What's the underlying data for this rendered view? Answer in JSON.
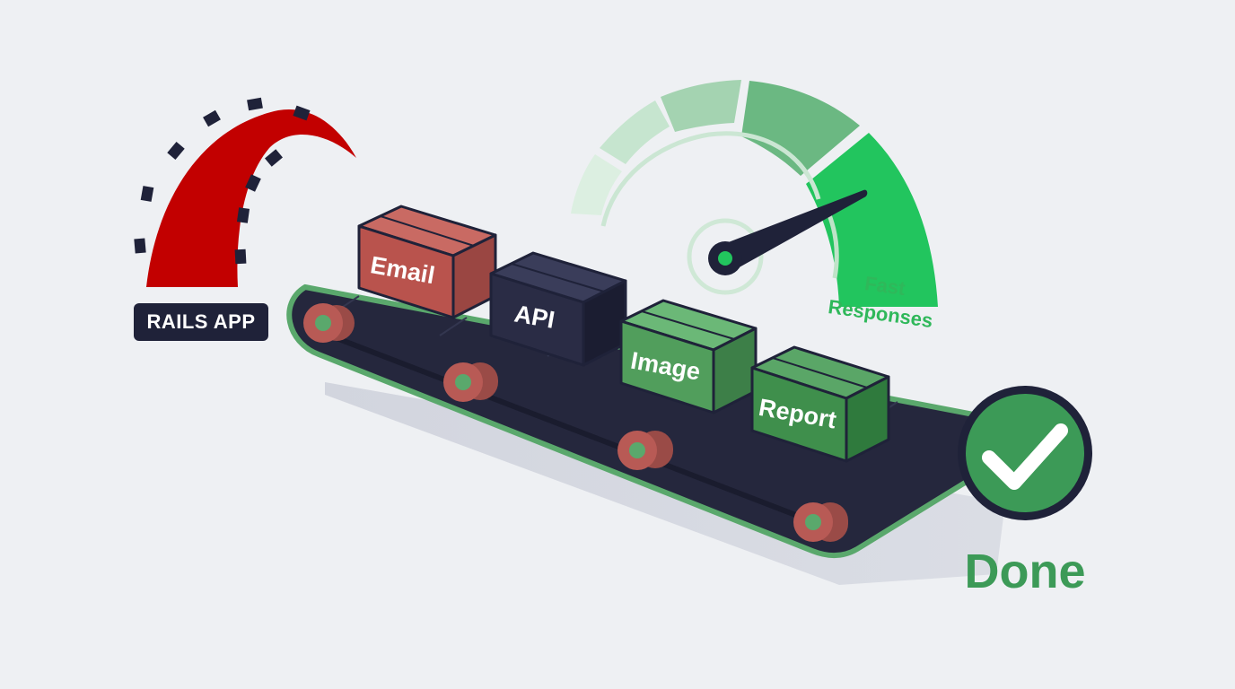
{
  "source": {
    "label": "RAILS APP",
    "logo_icon": "rails-arc-icon",
    "logo_color": "#c20000"
  },
  "conveyor": {
    "belt_color": "#25273d",
    "edge_color": "#5aa86c",
    "roller_color": "#b85a55",
    "jobs": [
      {
        "label": "Email",
        "color": "#b9534d"
      },
      {
        "label": "API",
        "color": "#2a2c45"
      },
      {
        "label": "Image",
        "color": "#519e5c"
      },
      {
        "label": "Report",
        "color": "#3f8f4c"
      }
    ]
  },
  "gauge": {
    "label_line1": "Fast",
    "label_line2": "Responses",
    "needle_icon": "gauge-needle-icon",
    "colors": [
      "#dcefe1",
      "#b8ddc2",
      "#8fc89f",
      "#5fae77",
      "#22c55e"
    ]
  },
  "result": {
    "label": "Done",
    "icon": "checkmark-icon",
    "color": "#3c9a57"
  }
}
